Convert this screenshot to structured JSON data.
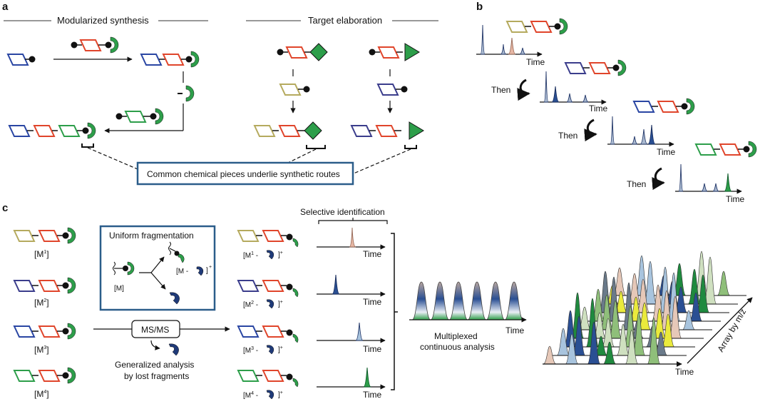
{
  "panels": {
    "a": "a",
    "b": "b",
    "c": "c"
  },
  "panel_a": {
    "section_left": "Modularized synthesis",
    "section_right": "Target elaboration",
    "callout": "Common chemical pieces underlie synthetic routes"
  },
  "panel_b": {
    "time_label": "Time",
    "then_label": "Then"
  },
  "panel_c": {
    "compounds": [
      "[M",
      "[M",
      "[M",
      "[M"
    ],
    "compound_sup": [
      "1",
      "2",
      "3",
      "4"
    ],
    "uniform_title": "Uniform fragmentation",
    "uniform_m": "[M]",
    "uniform_frag": "[M -",
    "plus": "+",
    "msms": "MS/MS",
    "generalized_1": "Generalized analysis",
    "generalized_2": "by lost fragments",
    "selective": "Selective identification",
    "time_label": "Time",
    "multiplexed_1": "Multiplexed",
    "multiplexed_2": "continuous analysis",
    "array_label": "Array by m/z"
  },
  "colors": {
    "blue": "#2a46a3",
    "red": "#e0452b",
    "green": "#2d9e4a",
    "olive": "#b5aa5e",
    "navy": "#3b3d8c",
    "dark_green": "#0e7d3a",
    "pink": "#e6b6a3",
    "steel": "#1f4f8f",
    "light_blue": "#a8c4de",
    "yellow": "#eaea3c",
    "box_border": "#2b5d8a"
  }
}
